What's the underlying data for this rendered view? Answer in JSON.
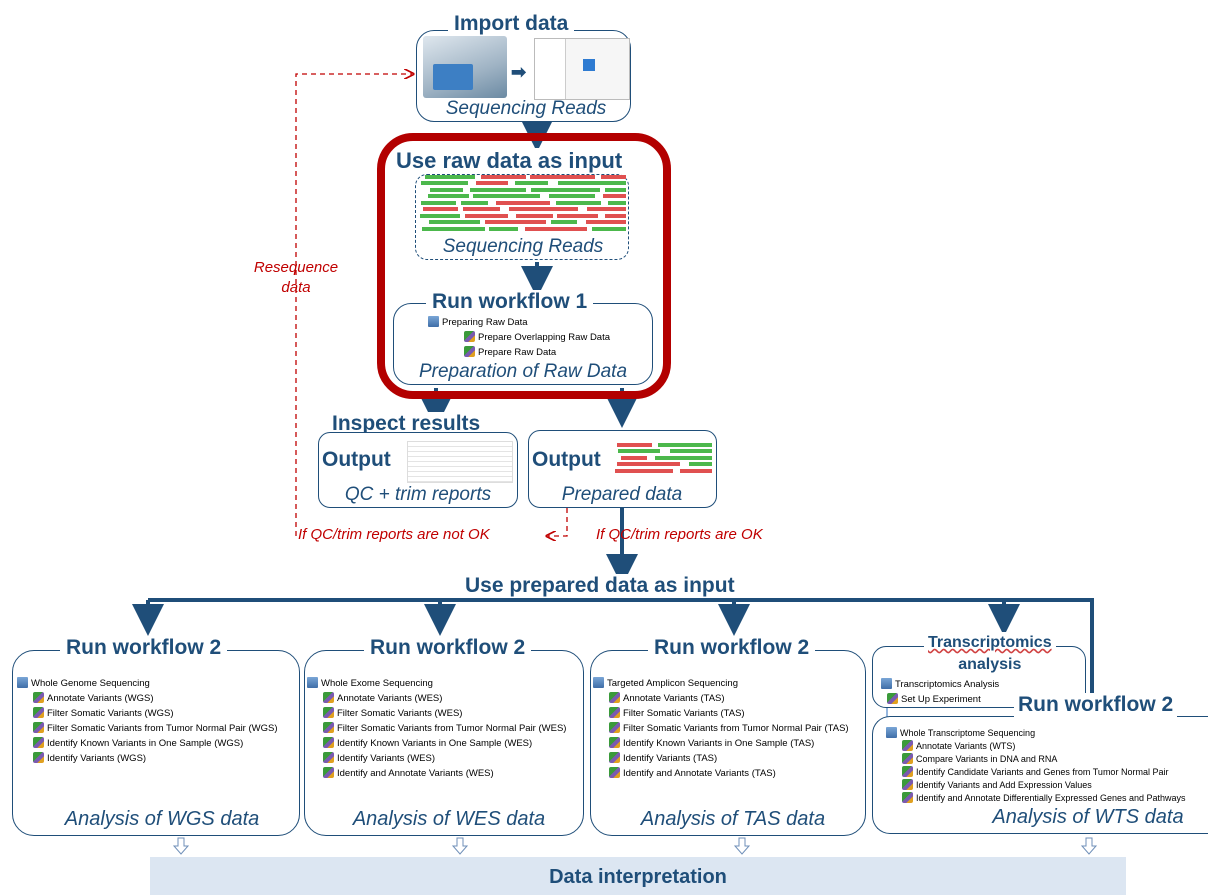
{
  "import": {
    "title": "Import data",
    "caption": "Sequencing Reads"
  },
  "use_raw": {
    "title": "Use raw data as input",
    "caption": "Sequencing Reads"
  },
  "run1": {
    "title": "Run workflow 1",
    "caption": "Preparation of Raw Data",
    "tree": [
      "Preparing Raw Data",
      "Prepare Overlapping Raw Data",
      "Prepare Raw Data"
    ]
  },
  "inspect": {
    "title": "Inspect results"
  },
  "output_qc": {
    "label": "Output",
    "caption": "QC + trim reports"
  },
  "output_prep": {
    "label": "Output",
    "caption": "Prepared data"
  },
  "resequence": {
    "line1": "Resequence",
    "line2": "data"
  },
  "cond_not_ok": "If QC/trim  reports are not OK",
  "cond_ok": "If QC/trim  reports are OK",
  "use_prepared": "Use prepared data as input",
  "wgs": {
    "title": "Run workflow 2",
    "caption": "Analysis of WGS data",
    "root": "Whole Genome Sequencing",
    "items": [
      "Annotate Variants (WGS)",
      "Filter Somatic Variants (WGS)",
      "Filter Somatic Variants from Tumor Normal Pair (WGS)",
      "Identify Known Variants in One Sample (WGS)",
      "Identify Variants (WGS)"
    ]
  },
  "wes": {
    "title": "Run workflow 2",
    "caption": "Analysis of WES data",
    "root": "Whole Exome Sequencing",
    "items": [
      "Annotate Variants (WES)",
      "Filter Somatic Variants (WES)",
      "Filter Somatic Variants from Tumor Normal Pair (WES)",
      "Identify Known Variants in One Sample (WES)",
      "Identify Variants (WES)",
      "Identify and Annotate Variants (WES)"
    ]
  },
  "tas": {
    "title": "Run workflow 2",
    "caption": "Analysis of TAS data",
    "root": "Targeted Amplicon Sequencing",
    "items": [
      "Annotate Variants (TAS)",
      "Filter Somatic Variants (TAS)",
      "Filter Somatic Variants from Tumor Normal Pair (TAS)",
      "Identify Known Variants in One Sample (TAS)",
      "Identify Variants (TAS)",
      "Identify and Annotate Variants (TAS)"
    ]
  },
  "transcriptomics": {
    "title_line1": "Transcriptomics",
    "title_line2": "analysis",
    "root": "Transcriptomics Analysis",
    "item": "Set Up Experiment"
  },
  "wts": {
    "title": "Run workflow 2",
    "caption": "Analysis of WTS data",
    "root": "Whole Transcriptome Sequencing",
    "items": [
      "Annotate Variants (WTS)",
      "Compare Variants in DNA and RNA",
      "Identify Candidate Variants and Genes from Tumor Normal Pair",
      "Identify Variants and Add Expression Values",
      "Identify and Annotate Differentially Expressed Genes and Pathways"
    ]
  },
  "interpretation": "Data interpretation",
  "colors": {
    "accent": "#1f4e79",
    "highlight": "#c00000",
    "reads_red": "#e05050",
    "reads_green": "#4cb84c",
    "band": "#dce6f2"
  }
}
